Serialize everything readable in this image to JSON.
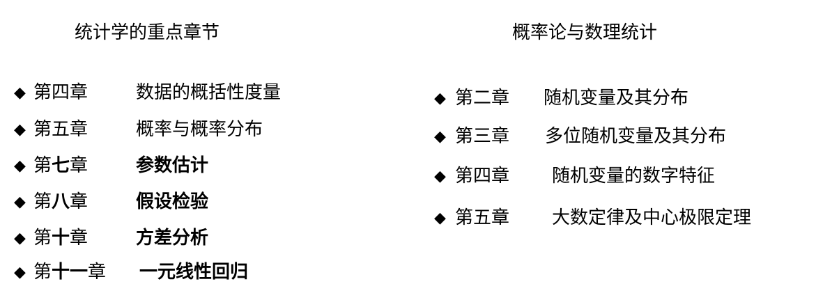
{
  "left": {
    "title": "统计学的重点章节",
    "items": [
      {
        "pre": "第",
        "num": "四",
        "suf": "章",
        "title": "数据的概括性度量",
        "bold": false
      },
      {
        "pre": "第",
        "num": "五",
        "suf": "章",
        "title": "概率与概率分布",
        "bold": false
      },
      {
        "pre": "第",
        "num": "七",
        "suf": "章",
        "title": "参数估计",
        "bold": true
      },
      {
        "pre": "第",
        "num": "八",
        "suf": "章",
        "title": "假设检验",
        "bold": true
      },
      {
        "pre": "第",
        "num": "十",
        "suf": "章",
        "title": "方差分析",
        "bold": true
      },
      {
        "pre": "第",
        "num": "十一",
        "suf": "章",
        "title": "一元线性回归",
        "bold": true
      }
    ]
  },
  "right": {
    "title": "概率论与数理统计",
    "items": [
      {
        "chapter": "第二章",
        "title": "随机变量及其分布"
      },
      {
        "chapter": "第三章",
        "title": "多位随机变量及其分布"
      },
      {
        "chapter": "第四章",
        "title": "随机变量的数字特征"
      },
      {
        "chapter": "第五章",
        "title": "大数定律及中心极限定理"
      }
    ]
  },
  "bullet": "◆"
}
